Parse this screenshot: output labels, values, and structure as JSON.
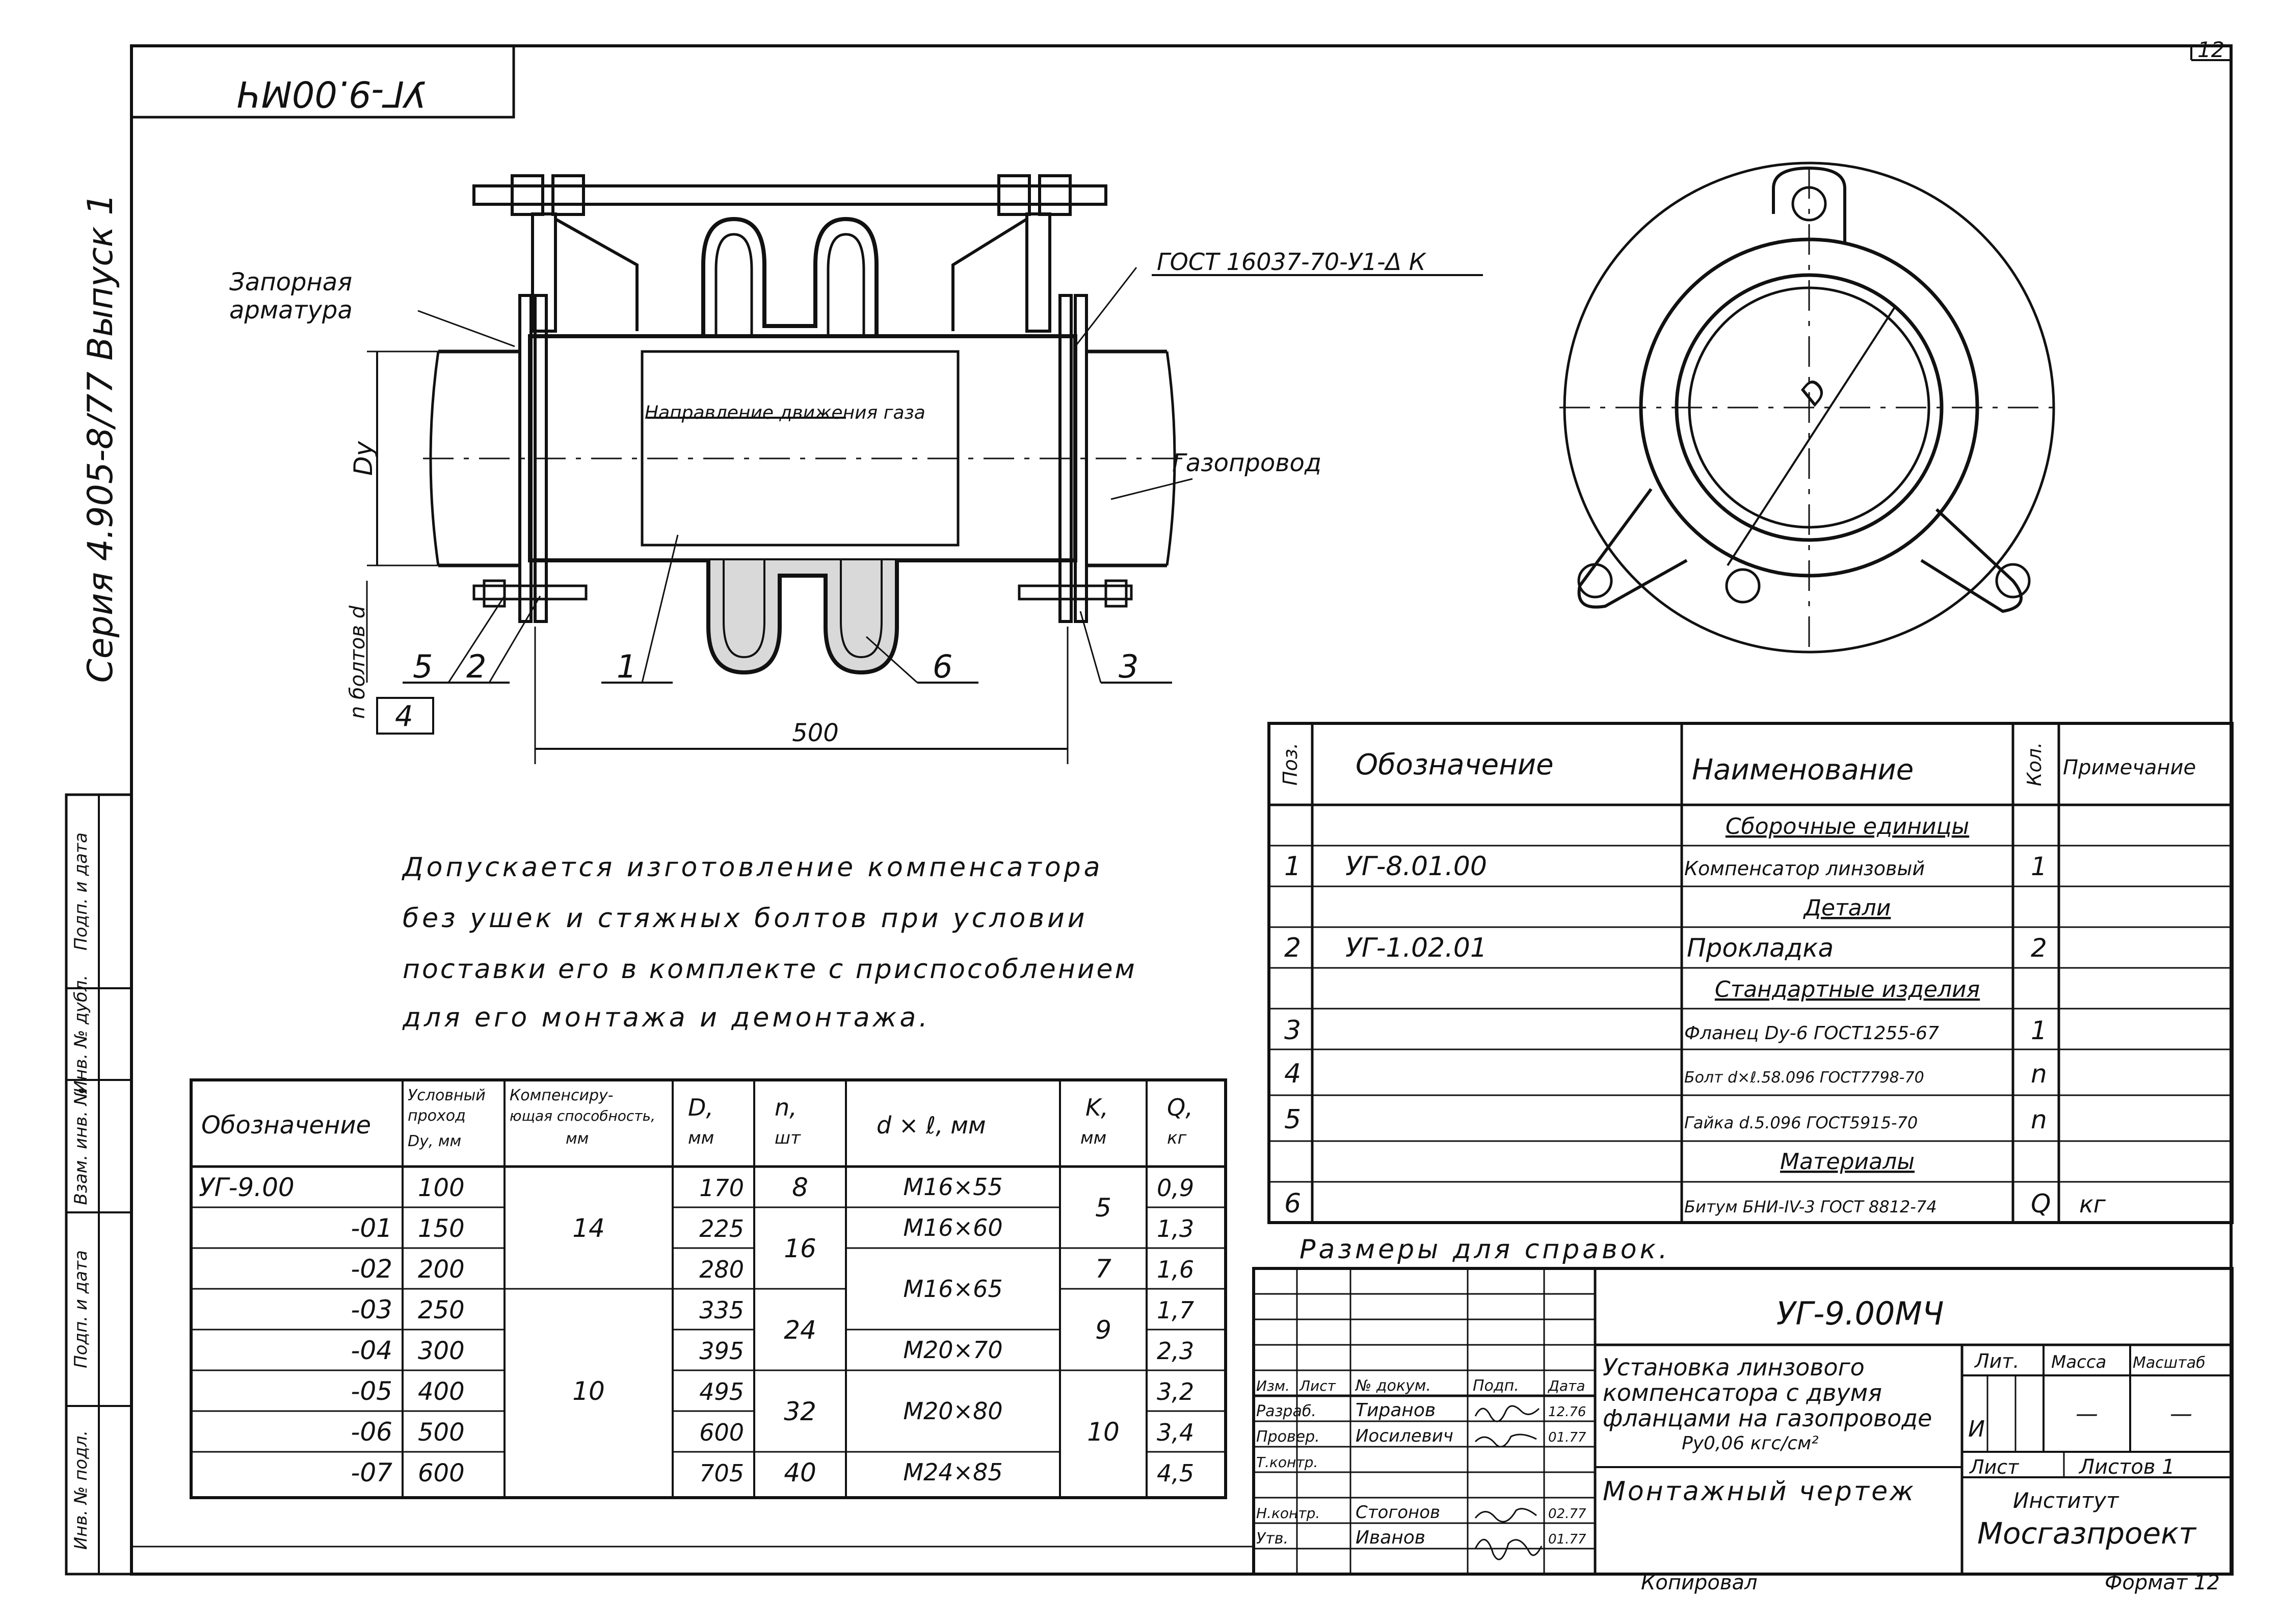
{
  "series_code": "Серия 4.905-8/77 Выпуск 1",
  "rotated_title": "УГ-9.00МЧ",
  "sheet_number": "12",
  "weld_note": "ГОСТ 16037-70-У1-Δ К",
  "callouts": {
    "shutoff_valve_line1": "Запорная",
    "shutoff_valve_line2": "арматура",
    "flow_direction": "Направление движения газа",
    "gas_pipeline": "Газопровод",
    "dy_label": "Dу",
    "bolts_label": "n болтов d",
    "d_label": "D",
    "dim_500": "500"
  },
  "position_marks": [
    "5",
    "2",
    "1",
    "6",
    "3",
    "4"
  ],
  "note": {
    "line1": "Допускается изготовление компенсатора",
    "line2": "без ушек и стяжных болтов при условии",
    "line3": "поставки его в комплекте с приспособлением",
    "line4": "для его монтажа и демонтажа."
  },
  "spec_table": {
    "headers": [
      "Поз.",
      "Обозначение",
      "Наименование",
      "Кол.",
      "Примечание"
    ],
    "rows": [
      {
        "type": "section",
        "name": "Сборочные единицы"
      },
      {
        "type": "item",
        "pos": "1",
        "designation": "УГ-8.01.00",
        "name": "Компенсатор линзовый",
        "qty": "1",
        "note": ""
      },
      {
        "type": "section",
        "name": "Детали"
      },
      {
        "type": "item",
        "pos": "2",
        "designation": "УГ-1.02.01",
        "name": "Прокладка",
        "qty": "2",
        "note": ""
      },
      {
        "type": "section",
        "name": "Стандартные изделия"
      },
      {
        "type": "item",
        "pos": "3",
        "designation": "",
        "name": "Фланец Dу-6 ГОСТ1255-67",
        "qty": "1",
        "note": ""
      },
      {
        "type": "item",
        "pos": "4",
        "designation": "",
        "name": "Болт d×ℓ.58.096 ГОСТ7798-70",
        "qty": "n",
        "note": ""
      },
      {
        "type": "item",
        "pos": "5",
        "designation": "",
        "name": "Гайка d.5.096 ГОСТ5915-70",
        "qty": "n",
        "note": ""
      },
      {
        "type": "section",
        "name": "Материалы"
      },
      {
        "type": "item",
        "pos": "6",
        "designation": "",
        "name": "Битум БНИ-IV-3 ГОСТ 8812-74",
        "qty": "Q",
        "note": "кг"
      }
    ]
  },
  "param_table": {
    "headers": {
      "designation": "Обозначение",
      "dy": [
        "Условный",
        "проход",
        "Dу, мм"
      ],
      "comp": [
        "Компенсиру-",
        "ющая способность,",
        "мм"
      ],
      "D": [
        "D,",
        "мм"
      ],
      "n": [
        "n,",
        "шт"
      ],
      "dl": "d × ℓ, мм",
      "K": [
        "K,",
        "мм"
      ],
      "Q": [
        "Q,",
        "кг"
      ]
    },
    "designations": [
      "УГ-9.00",
      "-01",
      "-02",
      "-03",
      "-04",
      "-05",
      "-06",
      "-07"
    ],
    "dy": [
      "100",
      "150",
      "200",
      "250",
      "300",
      "400",
      "500",
      "600"
    ],
    "D": [
      "170",
      "225",
      "280",
      "335",
      "395",
      "495",
      "600",
      "705"
    ],
    "Q": [
      "0,9",
      "1,3",
      "1,6",
      "1,7",
      "2,3",
      "3,2",
      "3,4",
      "4,5"
    ],
    "comp_groups": [
      "14",
      "10"
    ],
    "n_groups": [
      "8",
      "16",
      "24",
      "32",
      "40"
    ],
    "dl_groups": [
      "М16×55",
      "М16×60",
      "М16×65",
      "М20×70",
      "М20×80",
      "М24×85"
    ],
    "k_groups": [
      "5",
      "7",
      "9",
      "10"
    ]
  },
  "reference_note": "Размеры для справок.",
  "title_block": {
    "doc_code": "УГ-9.00МЧ",
    "title_line1": "Установка линзового",
    "title_line2": "компенсатора с двумя",
    "title_line3": "фланцами на газопроводе",
    "title_line4": "Рy0,06 кгс/см²",
    "doc_type": "Монтажный чертеж",
    "col_headers": [
      "Изм.",
      "Лист",
      "№ докум.",
      "Подп.",
      "Дата"
    ],
    "roles": [
      {
        "role": "Разраб.",
        "name": "Тиранов",
        "date": "12.76"
      },
      {
        "role": "Провер.",
        "name": "Иосилевич",
        "date": "01.77"
      },
      {
        "role": "Т.контр.",
        "name": "",
        "date": ""
      },
      {
        "role": "Н.контр.",
        "name": "Стогонов",
        "date": "02.77"
      },
      {
        "role": "Утв.",
        "name": "Иванов",
        "date": "01.77"
      }
    ],
    "lit_header": "Лит.",
    "mass_header": "Масса",
    "scale_header": "Масштаб",
    "lit_value": "И",
    "mass_value": "—",
    "scale_value": "—",
    "sheet_label": "Лист",
    "sheets_label": "Листов 1",
    "institute_label": "Институт",
    "institute_name": "Мосгазпроект",
    "copied": "Копировал",
    "format": "Формат 12"
  },
  "side_stamp": [
    "Инв. № подл.",
    "Подп. и дата",
    "Взам. инв. №",
    "Инв. № дубл.",
    "Подп. и дата"
  ]
}
